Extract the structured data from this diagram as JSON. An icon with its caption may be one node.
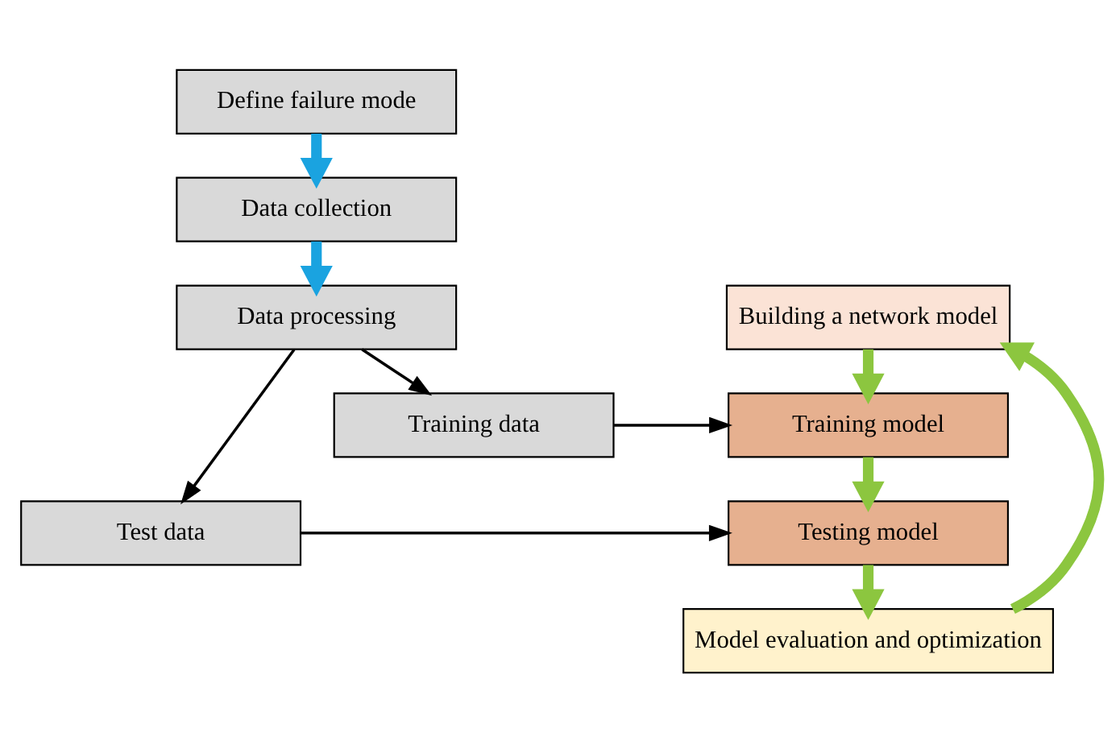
{
  "diagram": {
    "nodes": [
      {
        "text": [
          "Define failure mode"
        ]
      },
      {
        "text": [
          "Data collection"
        ]
      },
      {
        "text": [
          "Data processing"
        ]
      },
      {
        "text": [
          "Training data"
        ]
      },
      {
        "text": [
          "Test data"
        ]
      },
      {
        "text": [
          "Building a network model"
        ]
      },
      {
        "text": [
          "Training model"
        ]
      },
      {
        "text": [
          "Testing model"
        ]
      },
      {
        "text": [
          "Model evaluation and optimization"
        ]
      }
    ],
    "edges": [
      {
        "from": 0,
        "to": 1,
        "arrow": "to",
        "color": "#1aa3e0"
      },
      {
        "from": 1,
        "to": 2,
        "arrow": "to",
        "color": "#1aa3e0"
      },
      {
        "from": 2,
        "to": 3,
        "arrow": "to"
      },
      {
        "from": 2,
        "to": 4,
        "arrow": "to"
      },
      {
        "from": 3,
        "to": 6,
        "arrow": "to"
      },
      {
        "from": 4,
        "to": 7,
        "arrow": "to"
      },
      {
        "from": 5,
        "to": 6,
        "arrow": "to",
        "color": "#8cc63f"
      },
      {
        "from": 6,
        "to": 7,
        "arrow": "to",
        "color": "#8cc63f"
      },
      {
        "from": 7,
        "to": 8,
        "arrow": "to",
        "color": "#8cc63f"
      },
      {
        "from": 8,
        "to": 5,
        "arrow": "to",
        "color": "#8cc63f"
      }
    ]
  }
}
